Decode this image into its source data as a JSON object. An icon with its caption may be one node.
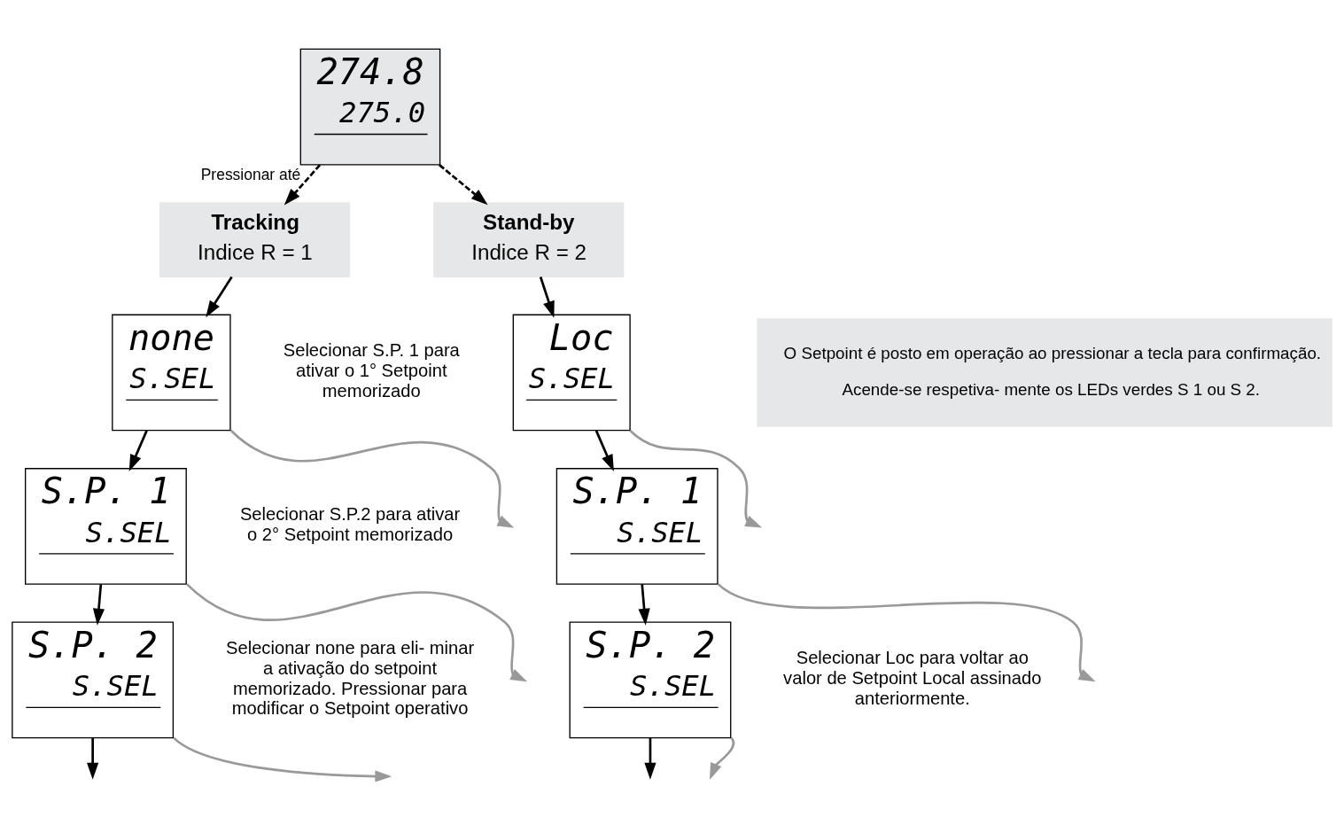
{
  "diagram": {
    "nodes": [
      {
        "text": [
          "274.8",
          "275.0"
        ]
      },
      {
        "text": [
          "Tracking",
          "Indice R = 1"
        ]
      },
      {
        "text": [
          "Stand-by",
          "Indice R = 2"
        ]
      },
      {
        "text": [
          "none",
          "S.SEL"
        ]
      },
      {
        "text": [
          "S.P. 1",
          "S.SEL"
        ]
      },
      {
        "text": [
          "S.P. 2",
          "S.SEL"
        ],
        "beside": [
          "Selecionar none para eli- minar a ativação do setpoint memorizado. Pressionar para modificar o Setpoint operativo"
        ]
      },
      {
        "text": [
          "Loc",
          "S.SEL"
        ]
      },
      {
        "text": [
          "S.P. 1",
          "S.SEL"
        ]
      },
      {
        "text": [
          "S.P. 2",
          "S.SEL"
        ],
        "beside": [
          "Selecionar Loc para voltar ao valor de Setpoint Local assinado anteriormente."
        ]
      },
      {
        "text": [
          "O Setpoint é posto em operação ao pressionar a tecla para confirmação.",
          "Acende-se respetiva- mente os LEDs verdes S 1 ou S 2."
        ]
      }
    ],
    "edges": [
      {
        "from": 3,
        "to": null,
        "arrow": "to",
        "color": "#999999"
      },
      {
        "from": 4,
        "to": null,
        "arrow": "to",
        "color": "#999999"
      },
      {
        "from": 5,
        "to": null,
        "arrow": "to",
        "color": "#999999"
      },
      {
        "from": 6,
        "to": null,
        "arrow": "to",
        "color": "#999999"
      },
      {
        "from": 7,
        "to": null,
        "arrow": "to",
        "color": "#999999"
      },
      {
        "from": 8,
        "to": null,
        "arrow": "to",
        "color": "#999999"
      },
      {
        "from": 0,
        "to": 1,
        "arrow": "to",
        "style": "dashed",
        "label": "Pressionar até"
      },
      {
        "from": 0,
        "to": 2,
        "arrow": "to",
        "style": "dashed"
      },
      {
        "from": 1,
        "to": 3,
        "arrow": "to"
      },
      {
        "from": 3,
        "to": 4,
        "arrow": "to"
      },
      {
        "from": 4,
        "to": 5,
        "arrow": "to"
      },
      {
        "from": 5,
        "to": null,
        "arrow": "to"
      },
      {
        "from": 2,
        "to": 6,
        "arrow": "to"
      },
      {
        "from": 6,
        "to": 7,
        "arrow": "to"
      },
      {
        "from": 7,
        "to": 8,
        "arrow": "to"
      },
      {
        "from": 8,
        "to": null,
        "arrow": "to"
      }
    ],
    "labels": [
      "Selecionar S.P. 1 para ativar o 1° Setpoint memorizado",
      "Selecionar S.P.2 para ativar o 2° Setpoint memorizado"
    ]
  }
}
